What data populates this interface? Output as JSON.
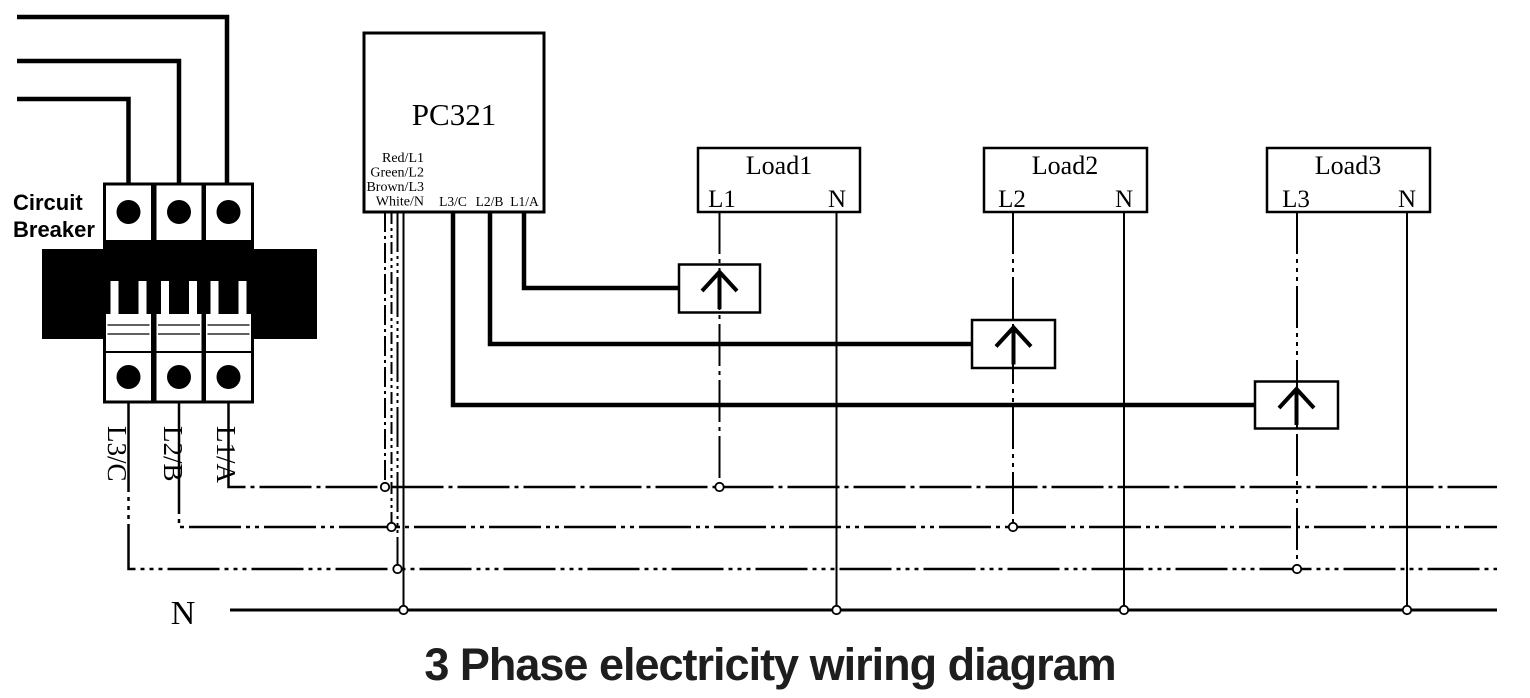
{
  "diagram_title": "3 Phase electricity wiring diagram",
  "colors": {
    "wire": "#000000",
    "title_text": "#1e1e1e",
    "background": "#ffffff"
  },
  "breaker": {
    "label_line1": "Circuit",
    "label_line2": "Breaker"
  },
  "controller": {
    "name": "PC321",
    "wire_labels": [
      "Red/L1",
      "Green/L2",
      "Brown/L3",
      "White/N"
    ],
    "terminal_labels": [
      "L3/C",
      "L2/B",
      "L1/A"
    ]
  },
  "bus": {
    "phase1_label": "L1/A",
    "phase2_label": "L2/B",
    "phase3_label": "L3/C",
    "neutral_label": "N"
  },
  "loads": [
    {
      "title": "Load1",
      "line_terminal": "L1",
      "neutral_terminal": "N"
    },
    {
      "title": "Load2",
      "line_terminal": "L2",
      "neutral_terminal": "N"
    },
    {
      "title": "Load3",
      "line_terminal": "L3",
      "neutral_terminal": "N"
    }
  ]
}
